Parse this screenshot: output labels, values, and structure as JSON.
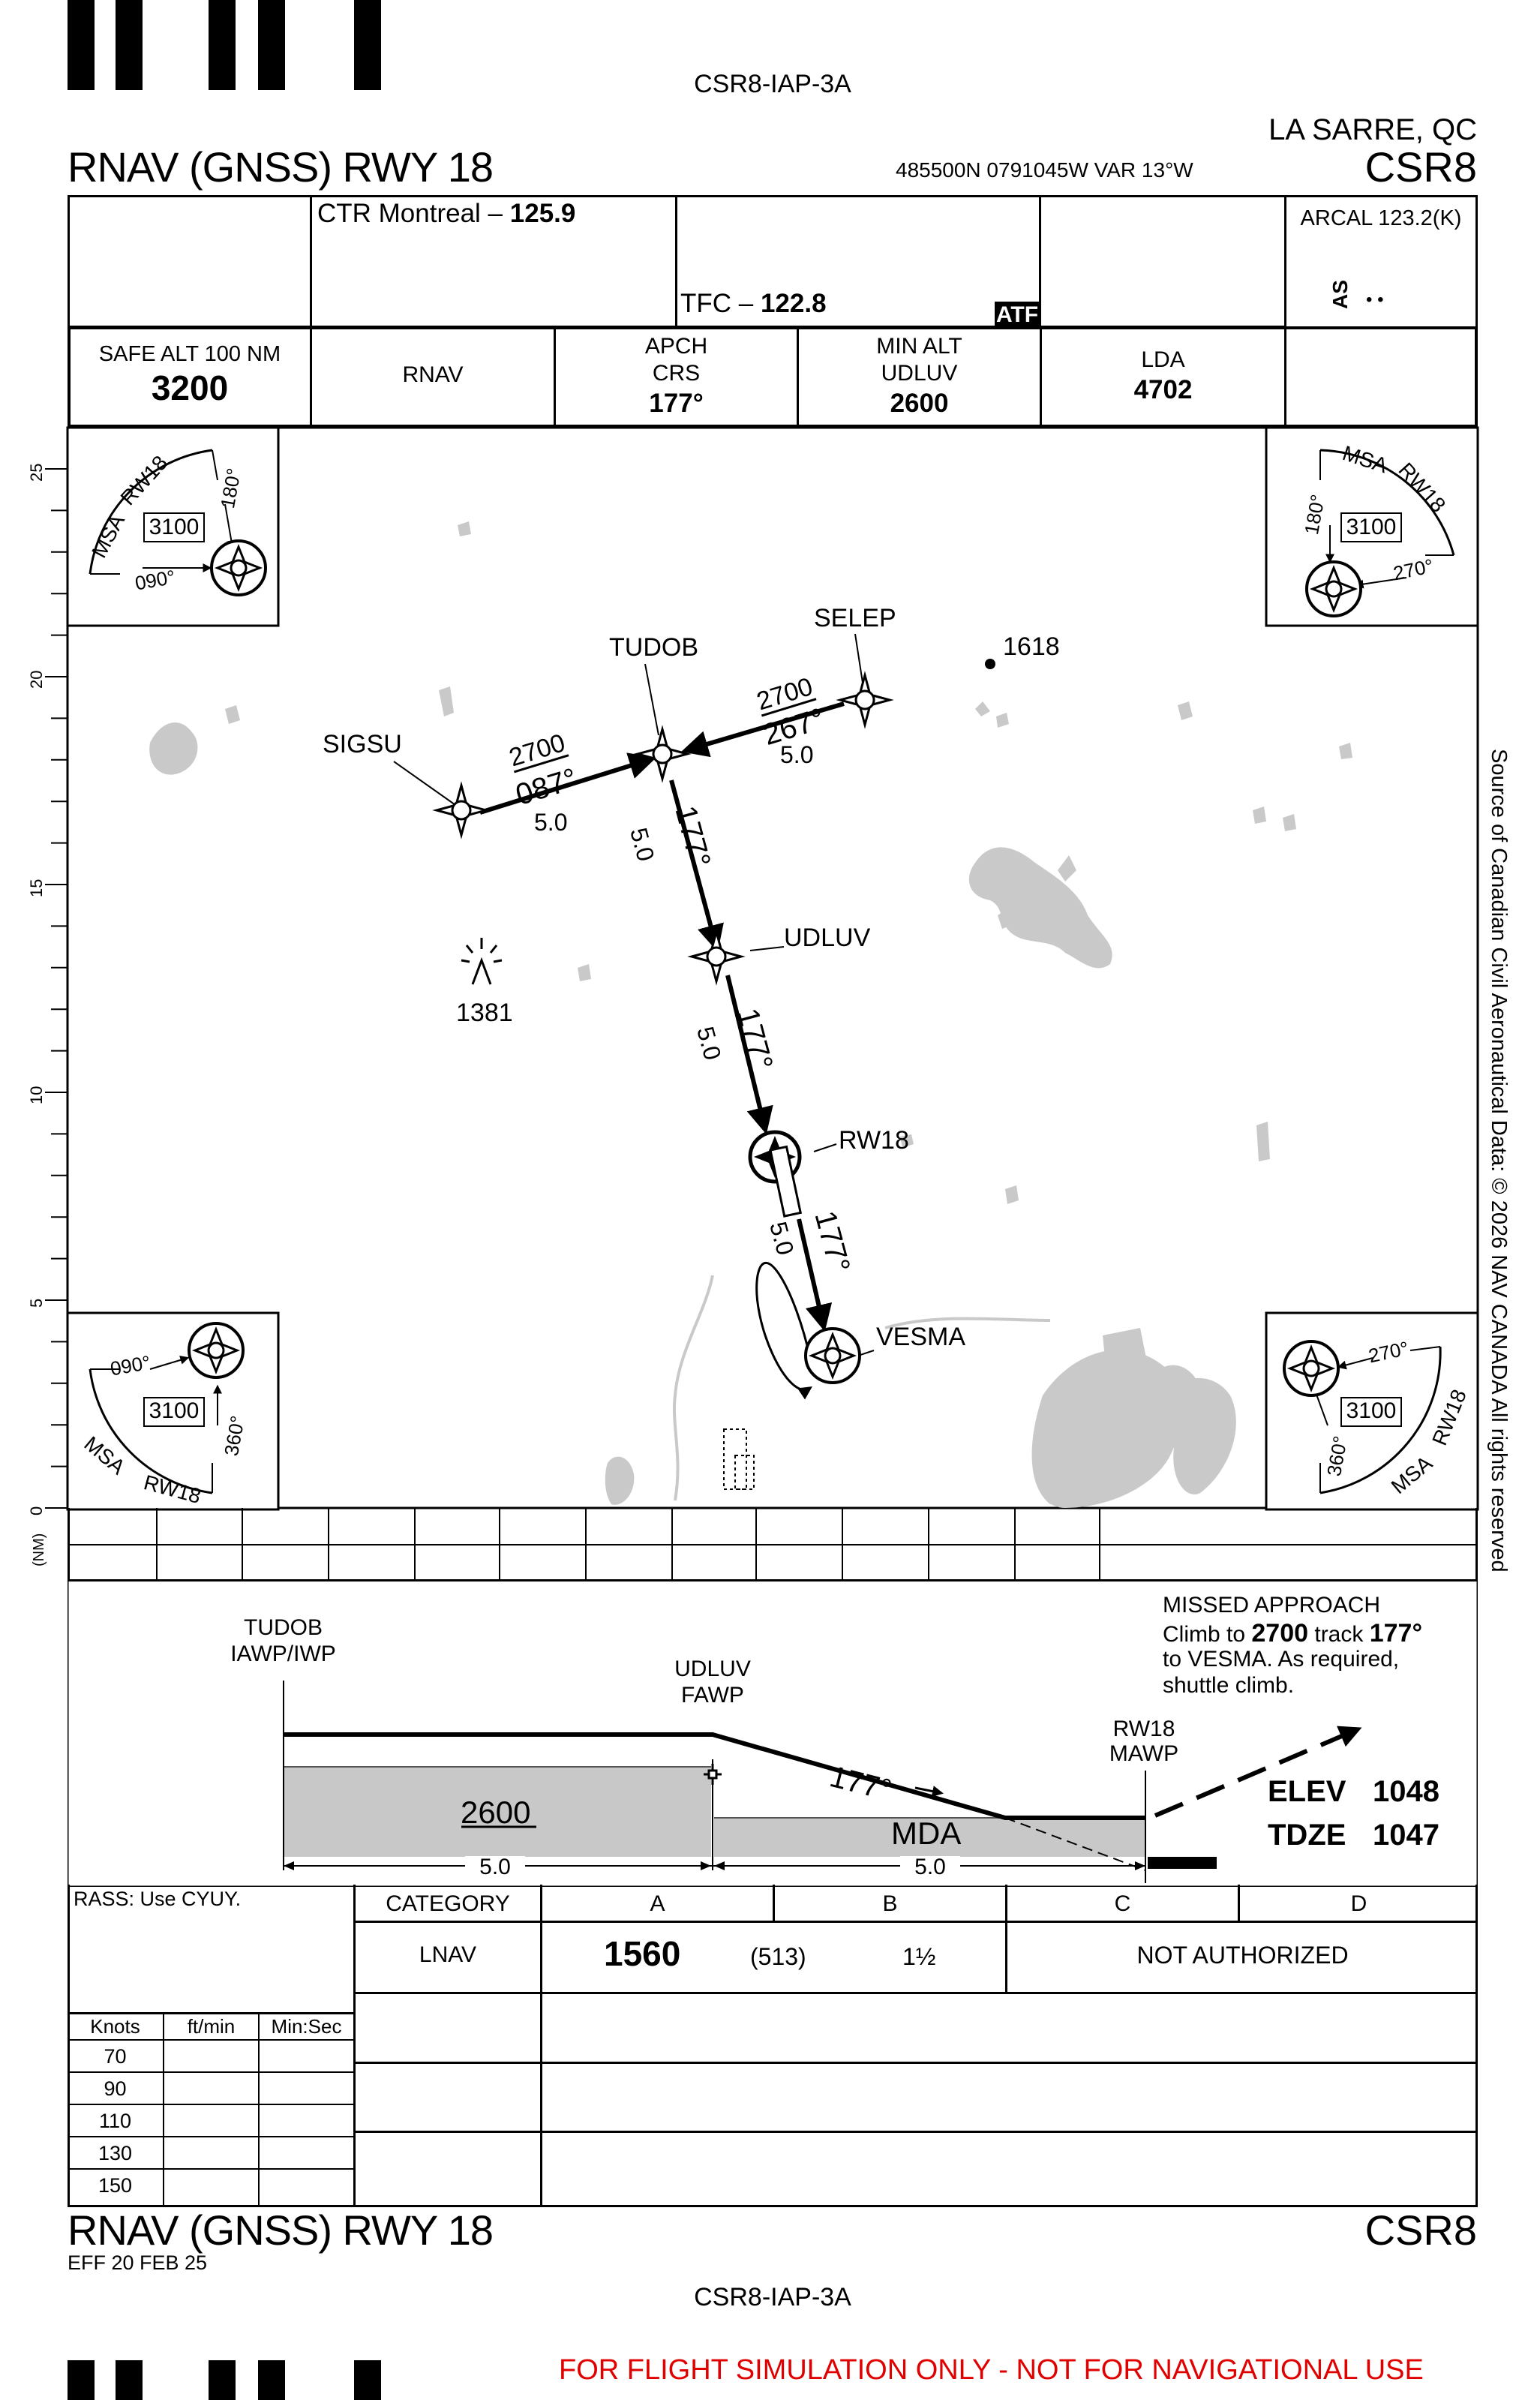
{
  "header": {
    "chart_id": "CSR8-IAP-3A",
    "location": "LA SARRE, QC",
    "title": "RNAV (GNSS) RWY 18",
    "coords": "485500N  0791045W  VAR 13°W",
    "ident": "CSR8"
  },
  "comms": {
    "ctr_label": "CTR Montreal –",
    "ctr_freq": "125.9",
    "tfc_label": "TFC –",
    "tfc_freq": "122.8",
    "atf": "ATF",
    "arcal": "ARCAL 123.2(K)",
    "as_label": "AS",
    "as_dots": "• •"
  },
  "briefing": {
    "safe_alt_label": "SAFE ALT 100 NM",
    "safe_alt_value": "3200",
    "nav": "RNAV",
    "apch_label_1": "APCH",
    "apch_label_2": "CRS",
    "apch_value": "177°",
    "min_alt_label_1": "MIN ALT",
    "min_alt_label_2": "UDLUV",
    "min_alt_value": "2600",
    "lda_label": "LDA",
    "lda_value": "4702"
  },
  "plan": {
    "scale_ticks": [
      "25",
      "20",
      "15",
      "10",
      "5",
      "0"
    ],
    "scale_unit": "(NM)",
    "msa": {
      "label": "MSA",
      "rw": "RW18",
      "alt": "3100",
      "b1": "180°",
      "b2": "090°",
      "b3": "270°",
      "b4": "360°"
    },
    "fixes": {
      "sigsu": "SIGSU",
      "tudob": "TUDOB",
      "selep": "SELEP",
      "udluv": "UDLUV",
      "rw18": "RW18",
      "vesma": "VESMA"
    },
    "legs": {
      "sigsu_alt": "2700",
      "sigsu_crs": "087°",
      "sigsu_dist": "5.0",
      "selep_alt": "2700",
      "selep_crs": "267°",
      "selep_dist": "5.0",
      "tudob_crs": "177°",
      "tudob_dist": "5.0",
      "udluv_crs": "177°",
      "udluv_dist": "5.0",
      "rw_crs": "177°",
      "rw_dist": "5.0"
    },
    "spot_1618": "1618",
    "obstacle_1381": "1381",
    "source_note": "Source of Canadian Civil Aeronautical Data: © 2026 NAV CANADA All rights reserved"
  },
  "profile": {
    "tudob_name": "TUDOB",
    "tudob_role": "IAWP/IWP",
    "udluv_name": "UDLUV",
    "udluv_role": "FAWP",
    "rw_name": "RW18",
    "rw_role": "MAWP",
    "alt_2600": "2600",
    "crs": "177°",
    "mda": "MDA",
    "dist_1": "5.0",
    "dist_2": "5.0",
    "missed_title": "MISSED APPROACH",
    "missed_l1a": "Climb to",
    "missed_l1b": "2700",
    "missed_l1c": "track",
    "missed_l1d": "177°",
    "missed_l2": "to VESMA. As required,",
    "missed_l3": "shuttle climb.",
    "elev_label": "ELEV",
    "elev_value": "1048",
    "tdze_label": "TDZE",
    "tdze_value": "1047"
  },
  "minima": {
    "rass": "RASS: Use CYUY.",
    "category": "CATEGORY",
    "cats": [
      "A",
      "B",
      "C",
      "D"
    ],
    "lnav": "LNAV",
    "mda_value": "1560",
    "haa": "(513)",
    "vis": "1½",
    "not_auth": "NOT AUTHORIZED"
  },
  "timing": {
    "headers": [
      "Knots",
      "ft/min",
      "Min:Sec"
    ],
    "knots": [
      "70",
      "90",
      "110",
      "130",
      "150"
    ]
  },
  "footer": {
    "title": "RNAV (GNSS) RWY 18",
    "ident": "CSR8",
    "eff": "EFF 20 FEB 25",
    "chart_id": "CSR8-IAP-3A",
    "sim_warning": "FOR FLIGHT SIMULATION ONLY - NOT FOR NAVIGATIONAL USE"
  },
  "colors": {
    "ink": "#000000",
    "terrain": "#c8c8c8",
    "profile_fill": "#c8c8c8",
    "warning": "#e00000"
  }
}
